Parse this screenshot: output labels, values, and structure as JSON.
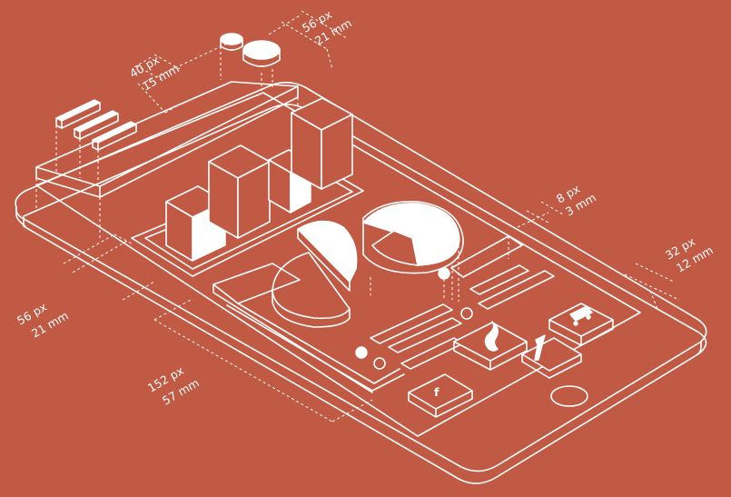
{
  "dimensions": {
    "layer_header": {
      "px": "40 px",
      "mm": "15 mm"
    },
    "toggle_icons": {
      "px": "56 px",
      "mm": "21 mm"
    },
    "divider": {
      "px": "8 px",
      "mm": "3 mm"
    },
    "icon_button": {
      "px": "32 px",
      "mm": "12 mm"
    },
    "left_block": {
      "px": "56 px",
      "mm": "21 mm"
    },
    "content_width": {
      "px": "152 px",
      "mm": "57 mm"
    }
  },
  "icons": [
    "facebook-icon",
    "flame-icon",
    "wrench-icon",
    "cart-icon",
    "home-button-icon",
    "pie-chart-icon",
    "bar-chart-icon"
  ],
  "colors": {
    "background": "#c05a45",
    "line": "#ffffff"
  }
}
